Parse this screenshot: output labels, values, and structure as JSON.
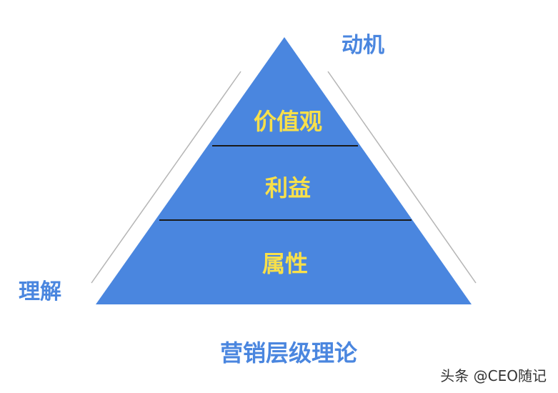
{
  "pyramid": {
    "tiers": [
      {
        "label": "价值观"
      },
      {
        "label": "利益"
      },
      {
        "label": "属性"
      }
    ],
    "fill_color": "#4a86df",
    "label_color": "#f8e04a",
    "divider_color": "#1a1a1a"
  },
  "axis": {
    "top_label": "动机",
    "bottom_label": "理解",
    "label_color": "#4a86df",
    "line_color": "#b5b5b5"
  },
  "caption": "营销层级理论",
  "caption_color": "#4a86df",
  "watermark": "头条 @CEO随记",
  "watermark_color": "#333333"
}
